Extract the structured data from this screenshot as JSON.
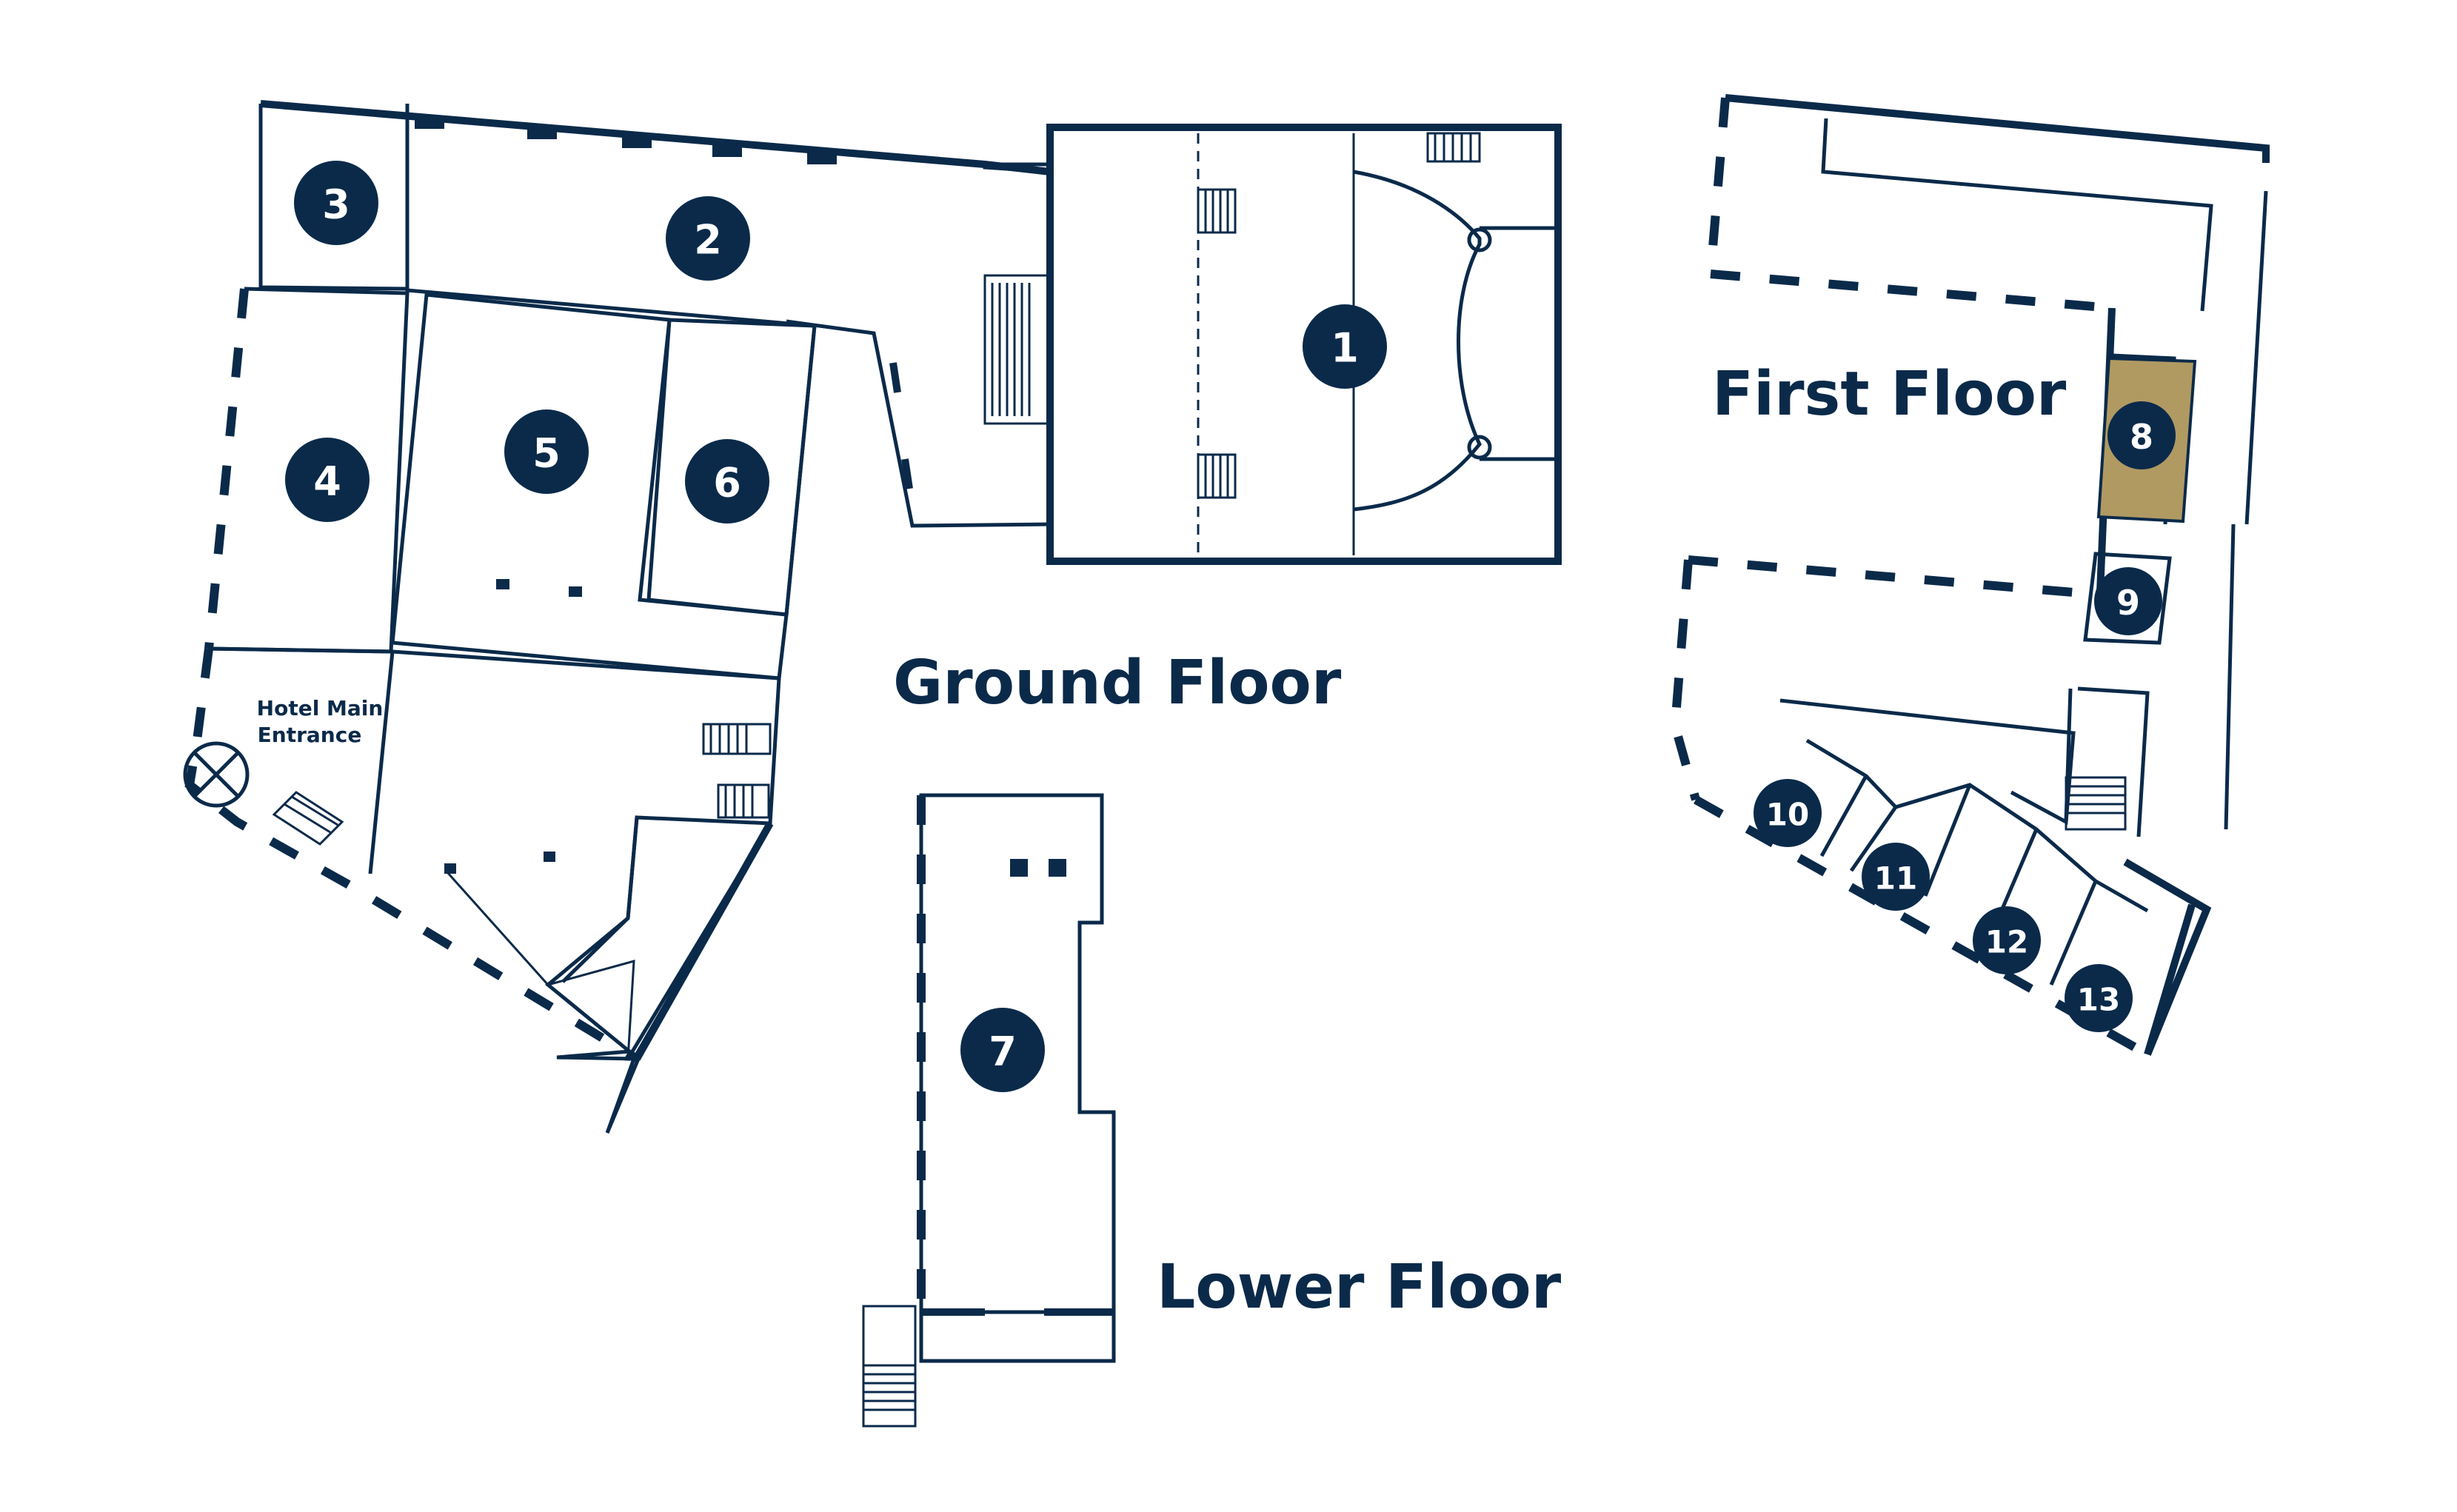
{
  "floors": {
    "ground": "Ground Floor",
    "first": "First Floor",
    "lower": "Lower Floor"
  },
  "entrance": {
    "line1": "Hotel Main",
    "line2": "Entrance"
  },
  "rooms": [
    {
      "id": "1",
      "label": "1"
    },
    {
      "id": "2",
      "label": "2"
    },
    {
      "id": "3",
      "label": "3"
    },
    {
      "id": "4",
      "label": "4"
    },
    {
      "id": "5",
      "label": "5"
    },
    {
      "id": "6",
      "label": "6"
    },
    {
      "id": "7",
      "label": "7"
    },
    {
      "id": "8",
      "label": "8"
    },
    {
      "id": "9",
      "label": "9"
    },
    {
      "id": "10",
      "label": "10"
    },
    {
      "id": "11",
      "label": "11"
    },
    {
      "id": "12",
      "label": "12"
    },
    {
      "id": "13",
      "label": "13"
    }
  ],
  "colors": {
    "wall": "#0b2a4a",
    "badge": "#0b2a4a",
    "highlight_room": "#b09a62",
    "background": "#ffffff"
  },
  "highlighted_room": "8"
}
